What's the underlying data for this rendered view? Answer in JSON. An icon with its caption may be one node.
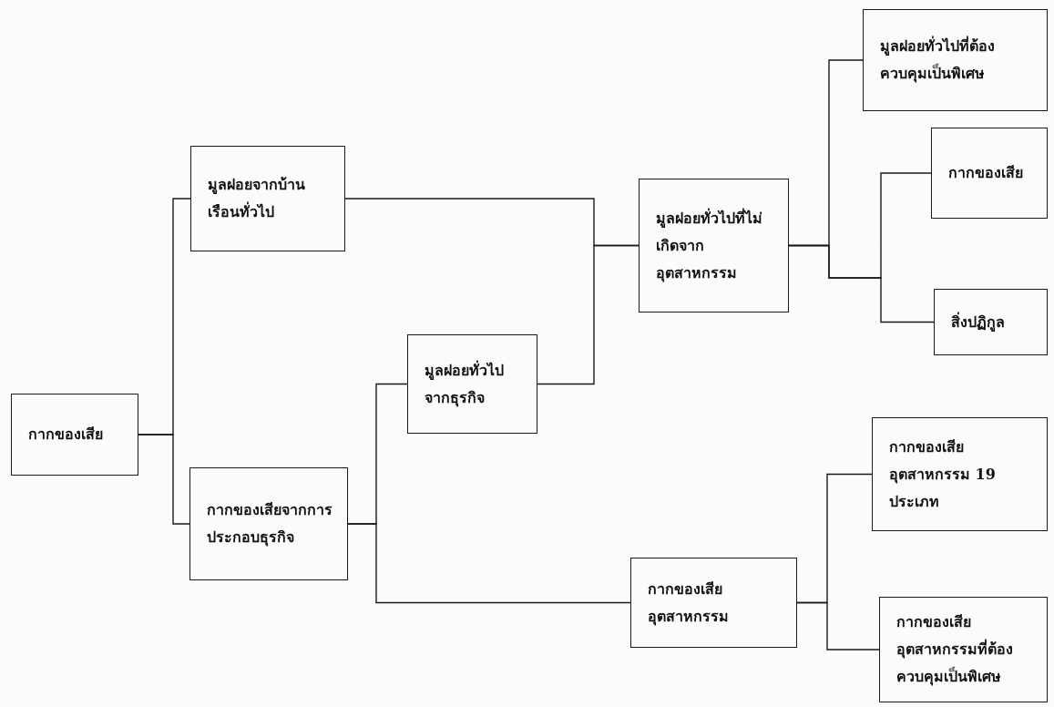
{
  "diagram": {
    "nodes": [
      {
        "text": [
          "กากของเสีย"
        ]
      },
      {
        "text": [
          "มูลฝอยจากบ้านเรือนทั่วไป"
        ]
      },
      {
        "text": [
          "กากของเสียจากการประกอบธุรกิจ"
        ]
      },
      {
        "text": [
          "มูลฝอยทั่วไปจากธุรกิจ"
        ]
      },
      {
        "text": [
          "มูลฝอยทั่วไปที่ไม่เกิดจากอุตสาหกรรม"
        ]
      },
      {
        "text": [
          "มูลฝอยทั่วไปที่ต้องควบคุมเป็นพิเศษ"
        ]
      },
      {
        "text": [
          "กากของเสีย"
        ]
      },
      {
        "text": [
          "สิ่งปฏิกูล"
        ]
      },
      {
        "text": [
          "กากของเสียอุตสาหกรรม 19 ประเภท"
        ]
      },
      {
        "text": [
          "กากของเสียอุตสาหกรรม"
        ]
      },
      {
        "text": [
          "กากของเสียอุตสาหกรรมที่ต้องควบคุมเป็นพิเศษ"
        ]
      }
    ],
    "edges": [
      {
        "from": 0,
        "to": 1,
        "arrow": "none"
      },
      {
        "from": 0,
        "to": 2,
        "arrow": "none"
      },
      {
        "from": 1,
        "to": 4,
        "arrow": "none"
      },
      {
        "from": 3,
        "to": 4,
        "arrow": "none"
      },
      {
        "from": 2,
        "to": 3,
        "arrow": "none"
      },
      {
        "from": 2,
        "to": 9,
        "arrow": "none"
      },
      {
        "from": 4,
        "to": 5,
        "arrow": "none"
      },
      {
        "from": 4,
        "to": 6,
        "arrow": "none"
      },
      {
        "from": 4,
        "to": 7,
        "arrow": "none"
      },
      {
        "from": 9,
        "to": 8,
        "arrow": "none"
      },
      {
        "from": 9,
        "to": 10,
        "arrow": "none"
      }
    ]
  }
}
